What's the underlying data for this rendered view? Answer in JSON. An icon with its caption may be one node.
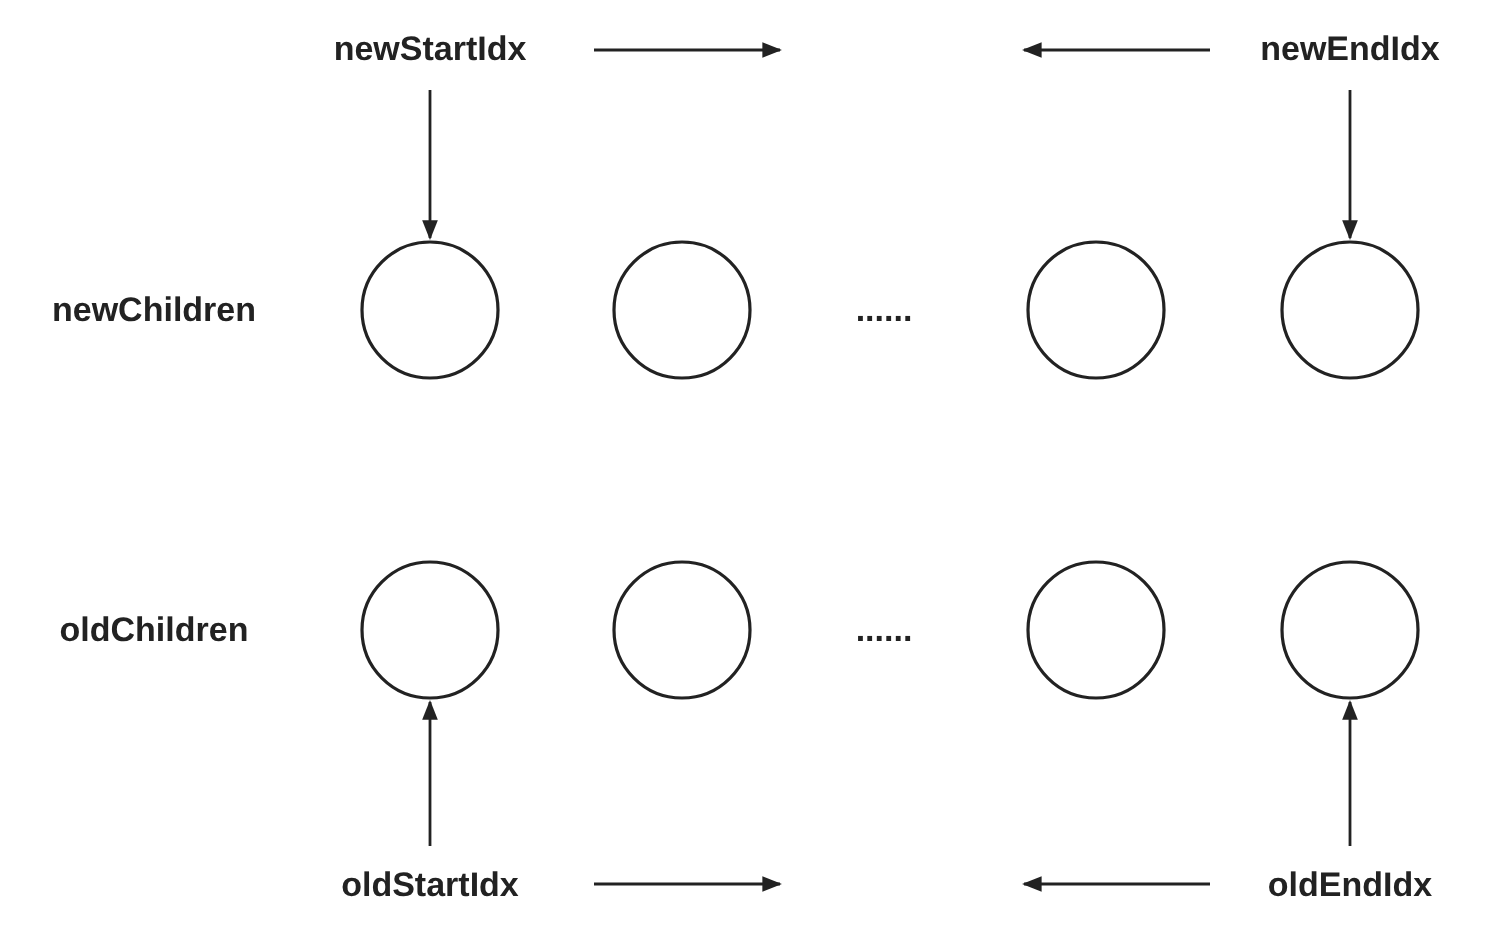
{
  "diagram": {
    "nodes": [
      {
        "text": [
          "newStartIdx"
        ]
      },
      {
        "text": [
          "newEndIdx"
        ]
      },
      {
        "text": [],
        "shape": "circle"
      },
      {
        "text": [],
        "shape": "circle"
      },
      {
        "text": [],
        "shape": "circle"
      },
      {
        "text": [],
        "shape": "circle"
      },
      {
        "text": [],
        "shape": "circle"
      },
      {
        "text": [],
        "shape": "circle"
      },
      {
        "text": [],
        "shape": "circle"
      },
      {
        "text": [],
        "shape": "circle"
      },
      {
        "text": [
          "oldStartIdx"
        ]
      },
      {
        "text": [
          "oldEndIdx"
        ]
      }
    ],
    "edges": [
      {
        "from": 0,
        "to": 2,
        "arrow": "to"
      },
      {
        "from": 1,
        "to": 5,
        "arrow": "to"
      },
      {
        "from": 10,
        "to": 6,
        "arrow": "to"
      },
      {
        "from": 11,
        "to": 9,
        "arrow": "to"
      }
    ],
    "labels": [
      "newChildren",
      "......",
      "oldChildren",
      "......"
    ]
  }
}
